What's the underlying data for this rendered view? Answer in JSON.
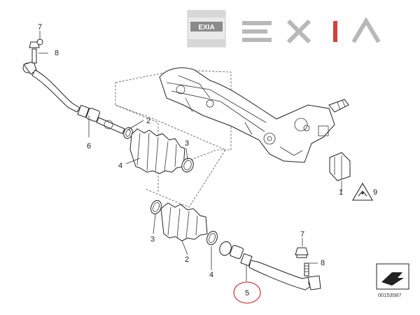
{
  "logo": {
    "name": "EXIA",
    "badge_text": "EXIA"
  },
  "labels": {
    "l1": "1",
    "l2a": "2",
    "l2b": "2",
    "l3a": "3",
    "l3b": "3",
    "l4a": "4",
    "l4b": "4",
    "l5": "5",
    "l6": "6",
    "l7a": "7",
    "l7b": "7",
    "l8a": "8",
    "l8b": "8",
    "l9": "9"
  },
  "highlight_color": "#d04040",
  "drawing_id": "00153587"
}
